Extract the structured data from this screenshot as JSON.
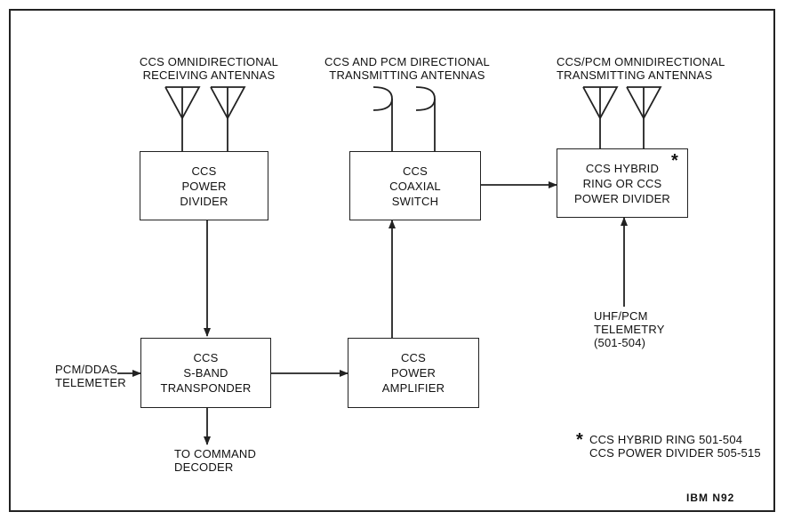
{
  "labels": {
    "receiving_antennas": [
      "CCS OMNIDIRECTIONAL",
      "RECEIVING ANTENNAS"
    ],
    "directional_antennas": [
      "CCS AND PCM DIRECTIONAL",
      "TRANSMITTING ANTENNAS"
    ],
    "omni_transmitting_antennas": [
      "CCS/PCM OMNIDIRECTIONAL",
      "TRANSMITTING ANTENNAS"
    ],
    "telemeter_input": [
      "PCM/DDAS",
      "TELEMETER"
    ],
    "command_output": [
      "TO COMMAND",
      "DECODER"
    ],
    "uhf_input": [
      "UHF/PCM",
      "TELEMETRY",
      "(501-504)"
    ]
  },
  "blocks": {
    "power_divider": [
      "CCS",
      "POWER",
      "DIVIDER"
    ],
    "coaxial_switch": [
      "CCS",
      "COAXIAL",
      "SWITCH"
    ],
    "hybrid_ring": [
      "CCS HYBRID",
      "RING OR CCS",
      "POWER DIVIDER"
    ],
    "transponder": [
      "CCS",
      "S-BAND",
      "TRANSPONDER"
    ],
    "power_amplifier": [
      "CCS",
      "POWER",
      "AMPLIFIER"
    ]
  },
  "markers": {
    "asterisk": "*"
  },
  "footnote": [
    "CCS HYBRID RING 501-504",
    "CCS POWER DIVIDER 505-515"
  ],
  "badge": "IBM N92"
}
